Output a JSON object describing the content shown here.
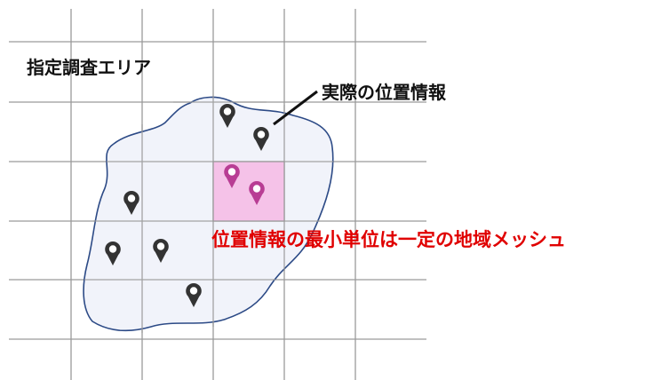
{
  "labels": {
    "area": "指定調査エリア",
    "actual_location": "実際の位置情報",
    "mesh_note": "位置情報の最小単位は一定の地域メッシュ"
  },
  "colors": {
    "grid": "#9a9a9a",
    "area_fill": "#f1f3fa",
    "area_stroke": "#2c4a86",
    "mesh_fill": "#f5c2e8",
    "pin_dark": "#333333",
    "pin_pink": "#b83d94",
    "note_text": "#e00000"
  },
  "icons": {
    "pin": "map-pin-icon",
    "pointer": "leader-line"
  }
}
